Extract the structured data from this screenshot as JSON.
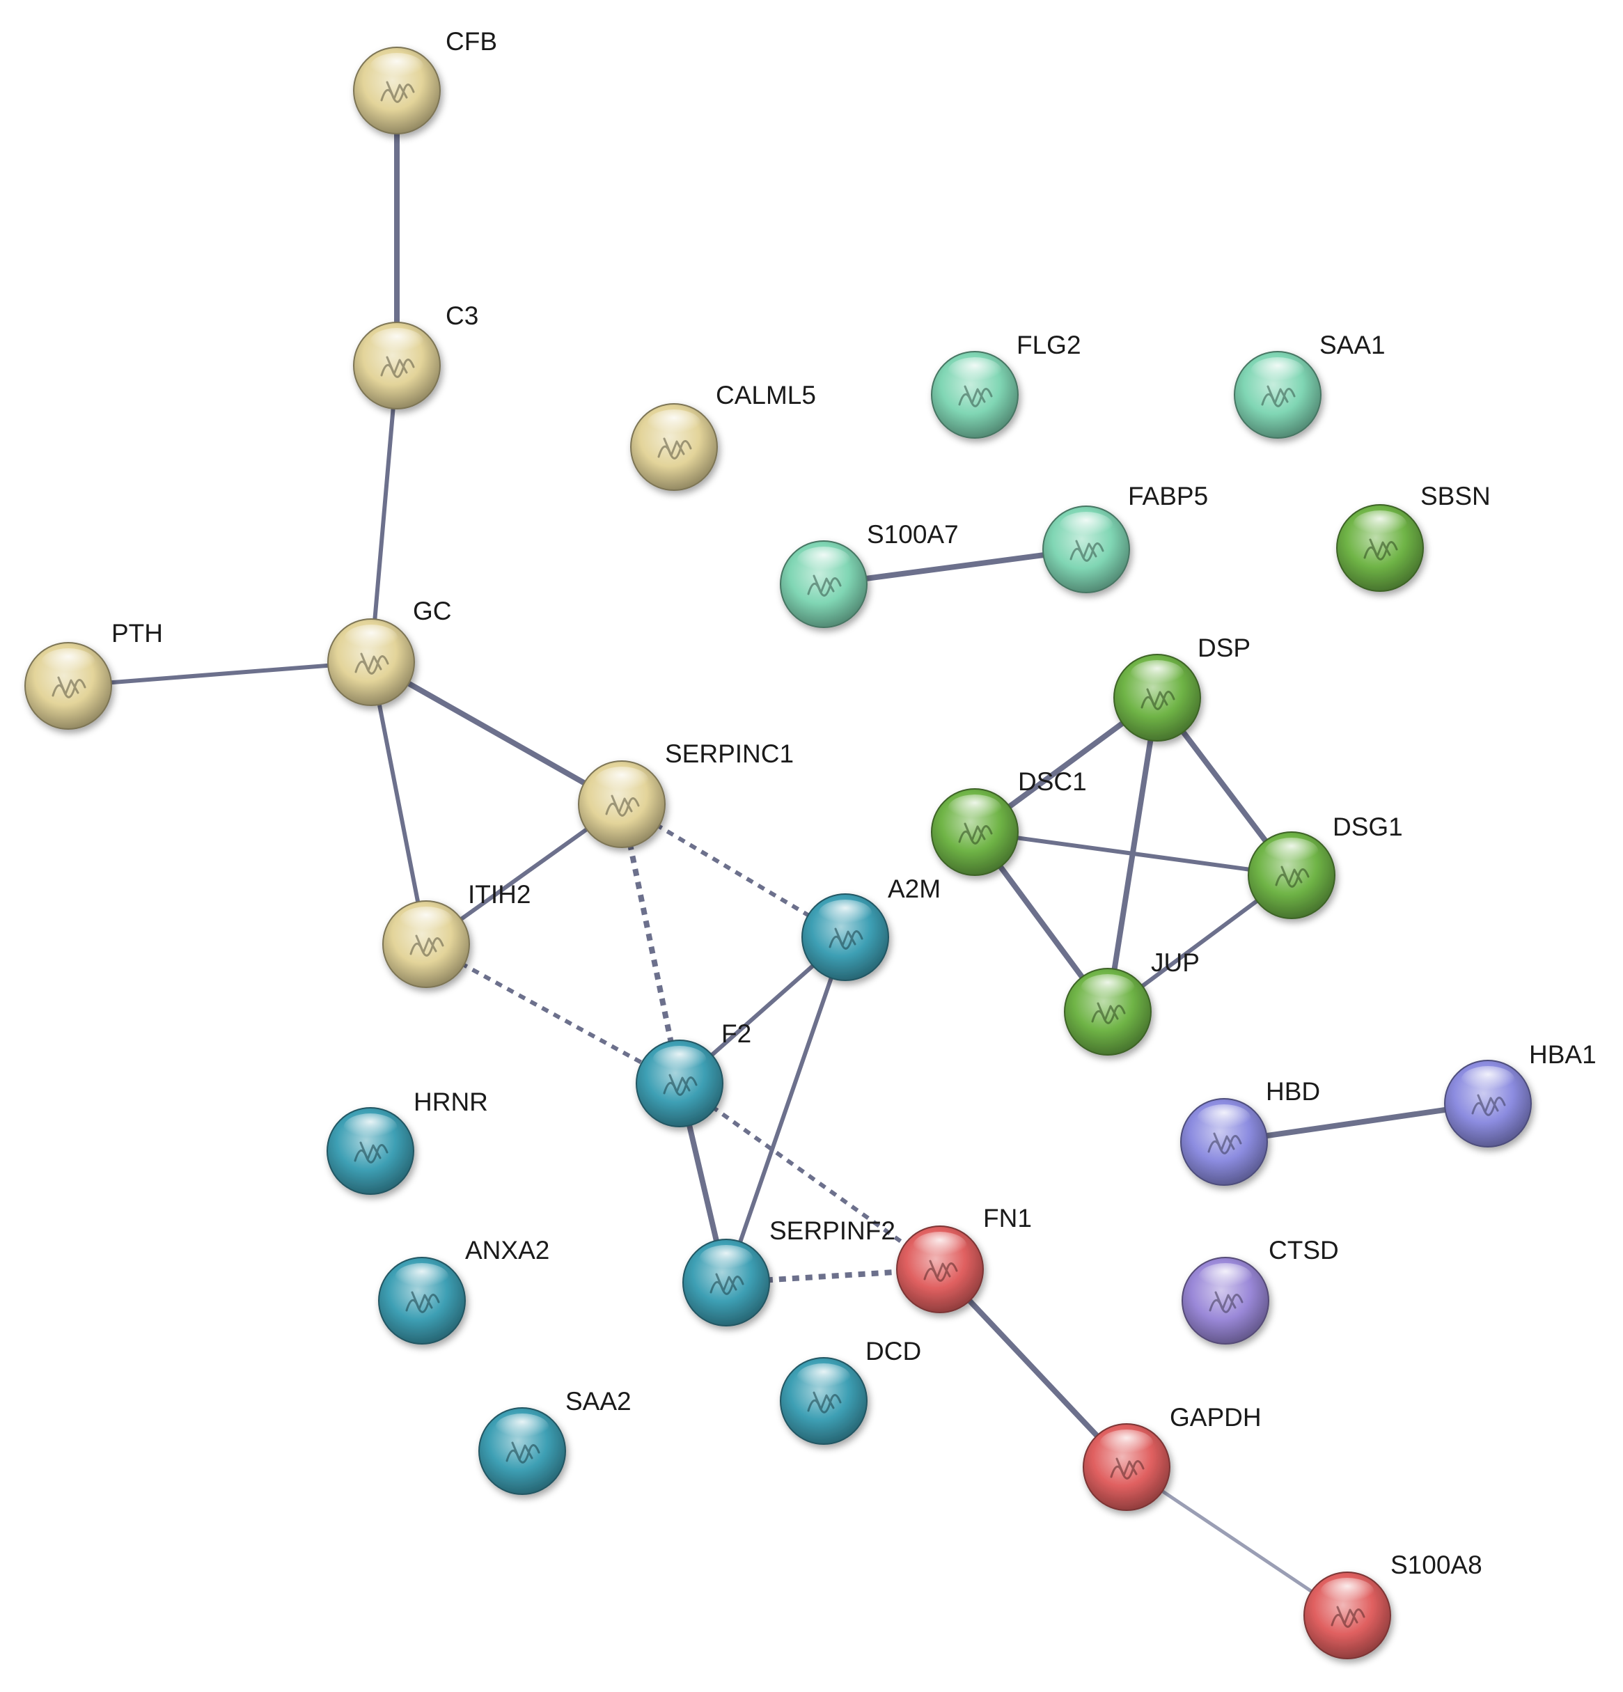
{
  "palette": {
    "yellow": "#e3d49a",
    "mint": "#80d6b4",
    "green": "#6fb446",
    "teal": "#3d9fb4",
    "red": "#e06060",
    "blue": "#8c8ce0",
    "purple": "#9a88d8",
    "edge": "#6c708c",
    "edge_light": "#9a9eb4"
  },
  "nodes": [
    {
      "id": "CFB",
      "label": "CFB",
      "color": "yellow",
      "structure": "protein-structure-icon"
    },
    {
      "id": "C3",
      "label": "C3",
      "color": "yellow",
      "structure": "protein-structure-icon"
    },
    {
      "id": "CALML5",
      "label": "CALML5",
      "color": "yellow",
      "structure": "protein-structure-icon"
    },
    {
      "id": "FLG2",
      "label": "FLG2",
      "color": "mint",
      "structure": "protein-structure-icon"
    },
    {
      "id": "SAA1",
      "label": "SAA1",
      "color": "mint",
      "structure": "protein-structure-icon"
    },
    {
      "id": "S100A7",
      "label": "S100A7",
      "color": "mint",
      "structure": "protein-structure-icon"
    },
    {
      "id": "FABP5",
      "label": "FABP5",
      "color": "mint",
      "structure": "protein-structure-icon"
    },
    {
      "id": "SBSN",
      "label": "SBSN",
      "color": "green",
      "structure": "protein-structure-icon"
    },
    {
      "id": "PTH",
      "label": "PTH",
      "color": "yellow",
      "structure": "protein-structure-icon"
    },
    {
      "id": "GC",
      "label": "GC",
      "color": "yellow",
      "structure": "protein-structure-icon"
    },
    {
      "id": "DSP",
      "label": "DSP",
      "color": "green",
      "structure": "protein-structure-icon"
    },
    {
      "id": "SERPINC1",
      "label": "SERPINC1",
      "color": "yellow",
      "structure": "protein-structure-icon"
    },
    {
      "id": "DSC1",
      "label": "DSC1",
      "color": "green",
      "structure": "protein-structure-icon"
    },
    {
      "id": "DSG1",
      "label": "DSG1",
      "color": "green",
      "structure": "protein-structure-icon"
    },
    {
      "id": "ITIH2",
      "label": "ITIH2",
      "color": "yellow",
      "structure": "protein-structure-icon"
    },
    {
      "id": "A2M",
      "label": "A2M",
      "color": "teal",
      "structure": "protein-structure-icon"
    },
    {
      "id": "JUP",
      "label": "JUP",
      "color": "green",
      "structure": "protein-structure-icon"
    },
    {
      "id": "F2",
      "label": "F2",
      "color": "teal",
      "structure": "protein-structure-icon"
    },
    {
      "id": "HBA1",
      "label": "HBA1",
      "color": "blue",
      "structure": "protein-structure-icon"
    },
    {
      "id": "HRNR",
      "label": "HRNR",
      "color": "teal",
      "structure": "protein-structure-icon"
    },
    {
      "id": "HBD",
      "label": "HBD",
      "color": "blue",
      "structure": "protein-structure-icon"
    },
    {
      "id": "FN1",
      "label": "FN1",
      "color": "red",
      "structure": "protein-structure-icon"
    },
    {
      "id": "SERPINF2",
      "label": "SERPINF2",
      "color": "teal",
      "structure": "protein-structure-icon"
    },
    {
      "id": "ANXA2",
      "label": "ANXA2",
      "color": "teal",
      "structure": "protein-structure-icon"
    },
    {
      "id": "CTSD",
      "label": "CTSD",
      "color": "purple",
      "structure": "protein-structure-icon"
    },
    {
      "id": "DCD",
      "label": "DCD",
      "color": "teal",
      "structure": "protein-structure-icon"
    },
    {
      "id": "SAA2",
      "label": "SAA2",
      "color": "teal",
      "structure": "protein-structure-icon"
    },
    {
      "id": "GAPDH",
      "label": "GAPDH",
      "color": "red",
      "structure": "protein-structure-icon"
    },
    {
      "id": "S100A8",
      "label": "S100A8",
      "color": "red",
      "structure": "protein-structure-icon"
    }
  ],
  "edges": [
    {
      "source": "CFB",
      "target": "C3",
      "style": "solid",
      "strength": "strong"
    },
    {
      "source": "C3",
      "target": "GC",
      "style": "solid",
      "strength": "medium"
    },
    {
      "source": "PTH",
      "target": "GC",
      "style": "solid",
      "strength": "medium"
    },
    {
      "source": "GC",
      "target": "SERPINC1",
      "style": "solid",
      "strength": "strong"
    },
    {
      "source": "GC",
      "target": "ITIH2",
      "style": "solid",
      "strength": "medium"
    },
    {
      "source": "SERPINC1",
      "target": "ITIH2",
      "style": "solid",
      "strength": "medium"
    },
    {
      "source": "SERPINC1",
      "target": "A2M",
      "style": "dashed",
      "strength": "medium"
    },
    {
      "source": "SERPINC1",
      "target": "F2",
      "style": "dashed",
      "strength": "strong"
    },
    {
      "source": "ITIH2",
      "target": "F2",
      "style": "dashed",
      "strength": "medium"
    },
    {
      "source": "F2",
      "target": "A2M",
      "style": "solid",
      "strength": "medium"
    },
    {
      "source": "F2",
      "target": "SERPINF2",
      "style": "solid",
      "strength": "strong"
    },
    {
      "source": "A2M",
      "target": "SERPINF2",
      "style": "solid",
      "strength": "medium"
    },
    {
      "source": "F2",
      "target": "FN1",
      "style": "dashed",
      "strength": "medium"
    },
    {
      "source": "SERPINF2",
      "target": "FN1",
      "style": "dashed",
      "strength": "strong"
    },
    {
      "source": "FN1",
      "target": "GAPDH",
      "style": "solid",
      "strength": "strong"
    },
    {
      "source": "GAPDH",
      "target": "S100A8",
      "style": "solid",
      "strength": "light"
    },
    {
      "source": "S100A7",
      "target": "FABP5",
      "style": "solid",
      "strength": "strong"
    },
    {
      "source": "DSC1",
      "target": "DSP",
      "style": "solid",
      "strength": "strong"
    },
    {
      "source": "DSP",
      "target": "DSG1",
      "style": "solid",
      "strength": "strong"
    },
    {
      "source": "DSP",
      "target": "JUP",
      "style": "solid",
      "strength": "strong"
    },
    {
      "source": "DSC1",
      "target": "DSG1",
      "style": "solid",
      "strength": "medium"
    },
    {
      "source": "DSC1",
      "target": "JUP",
      "style": "solid",
      "strength": "strong"
    },
    {
      "source": "DSG1",
      "target": "JUP",
      "style": "solid",
      "strength": "medium"
    },
    {
      "source": "HBD",
      "target": "HBA1",
      "style": "solid",
      "strength": "strong"
    }
  ]
}
